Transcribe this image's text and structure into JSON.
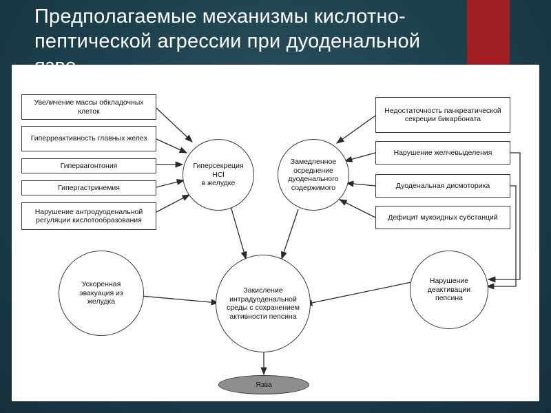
{
  "slide": {
    "title_line1": "Предполагаемые механизмы кислотно-",
    "title_line2": "пептической агрессии при дуоденальной",
    "title_line3": "язве"
  },
  "diagram": {
    "left_boxes": [
      "Увеличение массы обкладочных клеток",
      "Гиперреактивность главных желез",
      "Гипервагонтония",
      "Гипергастринемия",
      "Нарушение антродуоденальной регуляции кислотообразования"
    ],
    "right_boxes": [
      "Недостаточность панкреатической секреции бикарбоната",
      "Нарушение желчевыделения",
      "Дуоденальная дисмоторика",
      "Дефицит мукоидных субстанций"
    ],
    "circle_hypersecretion": "Гиперсекреция\nHCl\nв желудке",
    "circle_slowed_neutralization": "Замедленное\nосреднение\nдуоденального\nсодержимого",
    "circle_accelerated_evacuation": "Ускоренная\nэвакуация из\nжелудка",
    "circle_acidification": "Закисление\nинтрадуоденальной\nсреды с сохранением\nактивности пепсина",
    "circle_pepsin_deactivation": "Нарушение\nдеактивации\nпепсина",
    "ulcer_label": "Язва"
  },
  "colors": {
    "background": "#1e4250",
    "accent": "#a11f23",
    "title": "#ffffff",
    "ulcer_fill": "#8e8e8e"
  }
}
